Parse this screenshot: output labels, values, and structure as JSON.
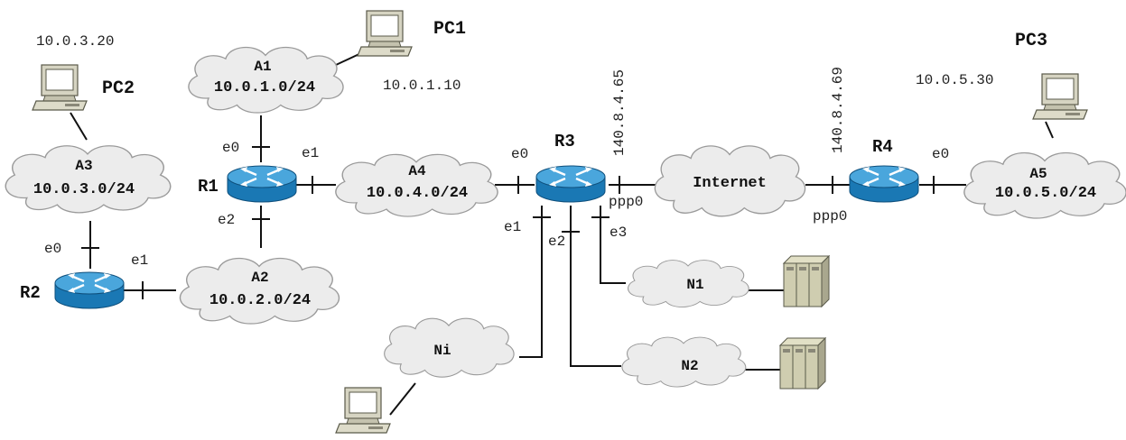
{
  "clouds": {
    "a1": {
      "name": "A1",
      "subnet": "10.0.1.0/24"
    },
    "a2": {
      "name": "A2",
      "subnet": "10.0.2.0/24"
    },
    "a3": {
      "name": "A3",
      "subnet": "10.0.3.0/24"
    },
    "a4": {
      "name": "A4",
      "subnet": "10.0.4.0/24"
    },
    "a5": {
      "name": "A5",
      "subnet": "10.0.5.0/24"
    },
    "internet": {
      "name": "Internet"
    },
    "n1": {
      "name": "N1"
    },
    "n2": {
      "name": "N2"
    },
    "ni": {
      "name": "Ni"
    }
  },
  "routers": {
    "r1": {
      "name": "R1"
    },
    "r2": {
      "name": "R2"
    },
    "r3": {
      "name": "R3"
    },
    "r4": {
      "name": "R4"
    }
  },
  "pcs": {
    "pc1": {
      "name": "PC1",
      "ip": "10.0.1.10"
    },
    "pc2": {
      "name": "PC2",
      "ip": "10.0.3.20"
    },
    "pc3": {
      "name": "PC3",
      "ip": "10.0.5.30"
    }
  },
  "interfaces": {
    "r1_e0": "e0",
    "r1_e1": "e1",
    "r1_e2": "e2",
    "r2_e0": "e0",
    "r2_e1": "e1",
    "r3_e0": "e0",
    "r3_e1": "e1",
    "r3_e2": "e2",
    "r3_e3": "e3",
    "r3_ppp0": "ppp0",
    "r4_e0": "e0",
    "r4_ppp0": "ppp0"
  },
  "public_ips": {
    "r3_ppp0": "140.8.4.65",
    "r4_ppp0": "140.8.4.69"
  },
  "colors": {
    "router_body": "#1a78b4",
    "router_top": "#4aa6dc",
    "cloud_fill": "#ececec",
    "server_fill": "#cfcdb0",
    "pc_fill": "#d6d4c2"
  }
}
